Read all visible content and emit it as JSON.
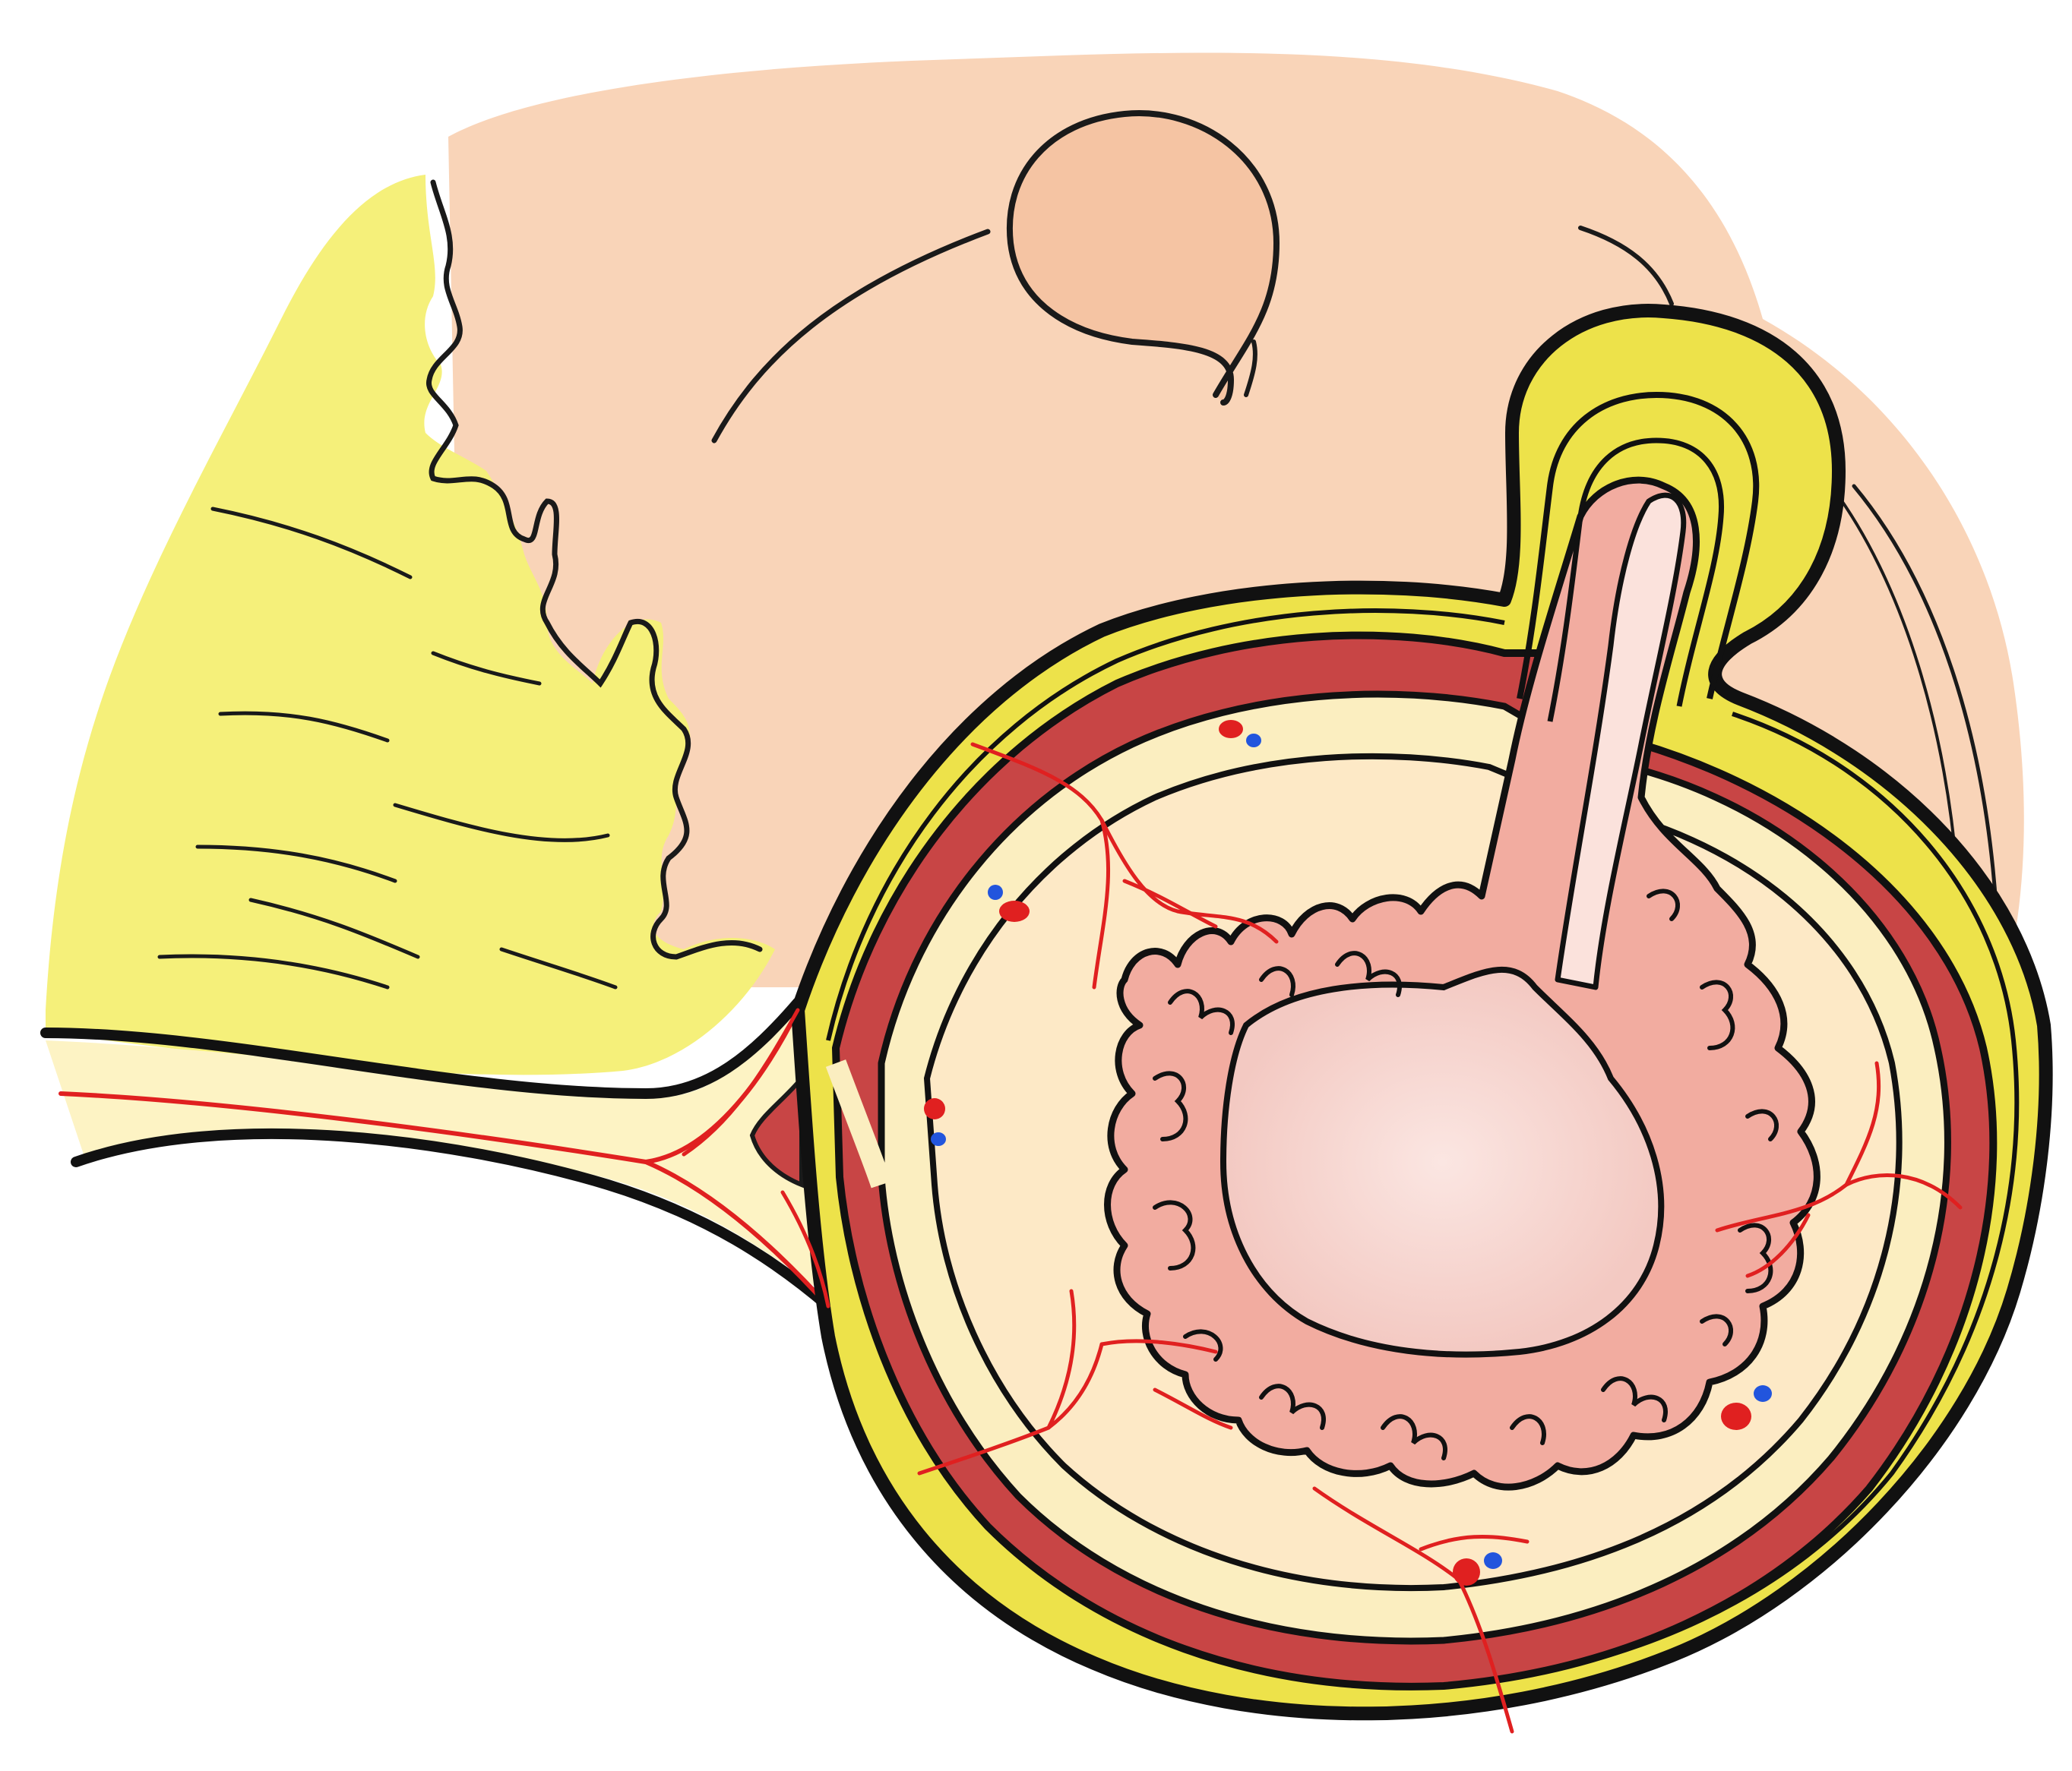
{
  "diagram": {
    "kind": "hand-drawn anatomical cross-section",
    "labels": [],
    "structures": [
      {
        "name": "adipose-tissue"
      },
      {
        "name": "background-organ"
      },
      {
        "name": "mesentery"
      },
      {
        "name": "mesenteric-blood-vessels"
      },
      {
        "name": "bowel-wall-serosa"
      },
      {
        "name": "muscularis-outer-layer"
      },
      {
        "name": "submucosa"
      },
      {
        "name": "mucosa-folds"
      },
      {
        "name": "lumen"
      },
      {
        "name": "diverticulum"
      },
      {
        "name": "small-blood-vessels"
      }
    ],
    "colors": {
      "fat": "#f5f07a",
      "organ": "#f9d4b8",
      "outline": "#111111",
      "muscle": "#c84545",
      "submucosa": "#fbeec0",
      "mucosa": "#f2aca0",
      "lumen": "#f9dcd8",
      "artery": "#e02020",
      "vein": "#2255dd",
      "serosa": "#ede24a"
    }
  }
}
